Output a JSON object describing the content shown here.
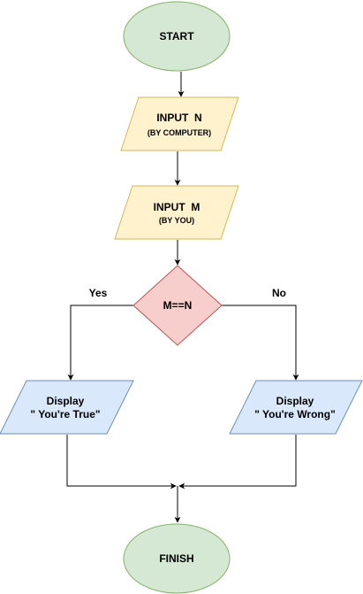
{
  "nodes": {
    "start": {
      "label": "START",
      "shape": "ellipse",
      "fill": "#d5e8d4",
      "stroke": "#82b366"
    },
    "input_n": {
      "line1": "INPUT  N",
      "line2": "(BY COMPUTER)",
      "shape": "parallelogram",
      "fill": "#fff2cc",
      "stroke": "#d6b656"
    },
    "input_m": {
      "line1": "INPUT  M",
      "line2": "(BY YOU)",
      "shape": "parallelogram",
      "fill": "#fff2cc",
      "stroke": "#d6b656"
    },
    "decision": {
      "label": "M==N",
      "shape": "diamond",
      "fill": "#f8cecc",
      "stroke": "#b85450"
    },
    "out_true": {
      "line1": "Display",
      "line2": "\" You're True\"",
      "shape": "parallelogram",
      "fill": "#dae8fc",
      "stroke": "#6c8ebf"
    },
    "out_wrong": {
      "line1": "Display",
      "line2": "\" You're Wrong\"",
      "shape": "parallelogram",
      "fill": "#dae8fc",
      "stroke": "#6c8ebf"
    },
    "finish": {
      "label": "FINISH",
      "shape": "ellipse",
      "fill": "#d5e8d4",
      "stroke": "#82b366"
    }
  },
  "edges": {
    "yes_label": "Yes",
    "no_label": "No"
  }
}
